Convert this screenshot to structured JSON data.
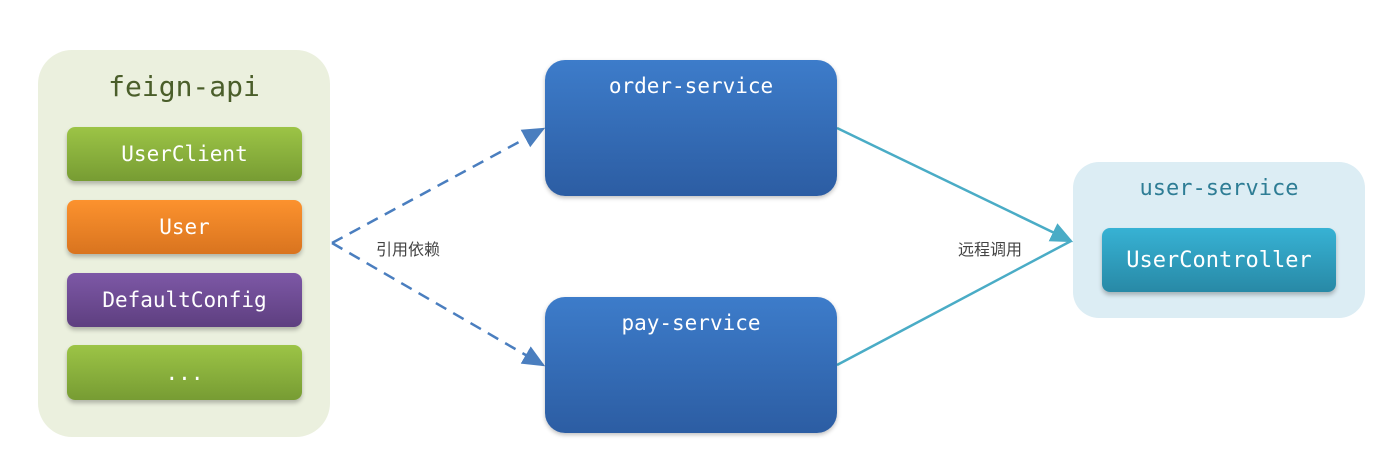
{
  "feign_api": {
    "title": "feign-api",
    "items": [
      {
        "label": "UserClient",
        "color": "green"
      },
      {
        "label": "User",
        "color": "orange"
      },
      {
        "label": "DefaultConfig",
        "color": "purple"
      },
      {
        "label": "...",
        "color": "green"
      }
    ]
  },
  "services": {
    "order": "order-service",
    "pay": "pay-service"
  },
  "user_service": {
    "title": "user-service",
    "controller": "UserController"
  },
  "edges": {
    "dependency_label": "引用依赖",
    "remote_call_label": "远程调用"
  },
  "colors": {
    "group_bg": "#ebf0de",
    "green": "#86b03c",
    "orange": "#f28a2a",
    "purple": "#6b4b92",
    "service_blue": "#3470bc",
    "user_bg": "#dcedf4",
    "controller": "#2fa4c4",
    "dashed": "#4a7ebf",
    "solid": "#4aacc6"
  }
}
